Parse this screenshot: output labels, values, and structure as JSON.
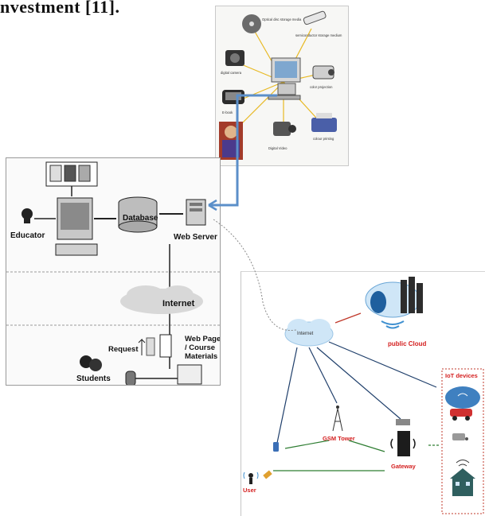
{
  "top_fragment": "nvestment [11].",
  "multimedia": {
    "labels": {
      "optical": "Optical disc storage media",
      "semiconductor": "semiconductor storage medium",
      "camera": "digital camera",
      "projection": "color projection",
      "printing": "colour printing",
      "video": "Digital Video",
      "ebook": "E-book"
    }
  },
  "elearning": {
    "educator": "Educator",
    "database": "Database",
    "web_server": "Web Server",
    "internet": "Internet",
    "request": "Request",
    "web_page_line1": "Web Page",
    "web_page_line2": "/ Course",
    "web_page_line3": "Materials",
    "students": "Students"
  },
  "iot": {
    "internet": "Internet",
    "public_cloud": "public Cloud",
    "iot_devices": "IoT devices",
    "gsm_tower": "GSM Tower",
    "gateway": "Gateway",
    "user": "User"
  },
  "colors": {
    "connector_blue": "#5b8fc9",
    "arrow_green": "#1f6b4a",
    "arrow_red": "#c0392b",
    "cloud_blue": "#cfe6f7",
    "label_red": "#d42020"
  }
}
